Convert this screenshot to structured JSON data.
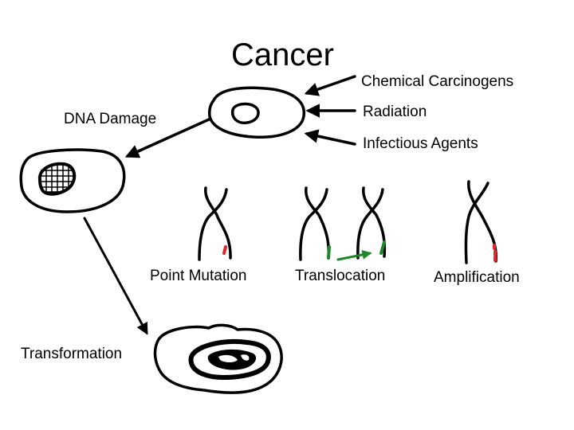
{
  "title": "Cancer",
  "agents": [
    "Chemical Carcinogens",
    "Radiation",
    "Infectious Agents"
  ],
  "labels": {
    "dna_damage": "DNA Damage",
    "point_mutation": "Point Mutation",
    "translocation": "Translocation",
    "amplification": "Amplification",
    "transformation": "Transformation"
  },
  "colors": {
    "ink": "#000000",
    "mutation_red": "#e0262b",
    "translocation_green": "#1c8a2b"
  }
}
